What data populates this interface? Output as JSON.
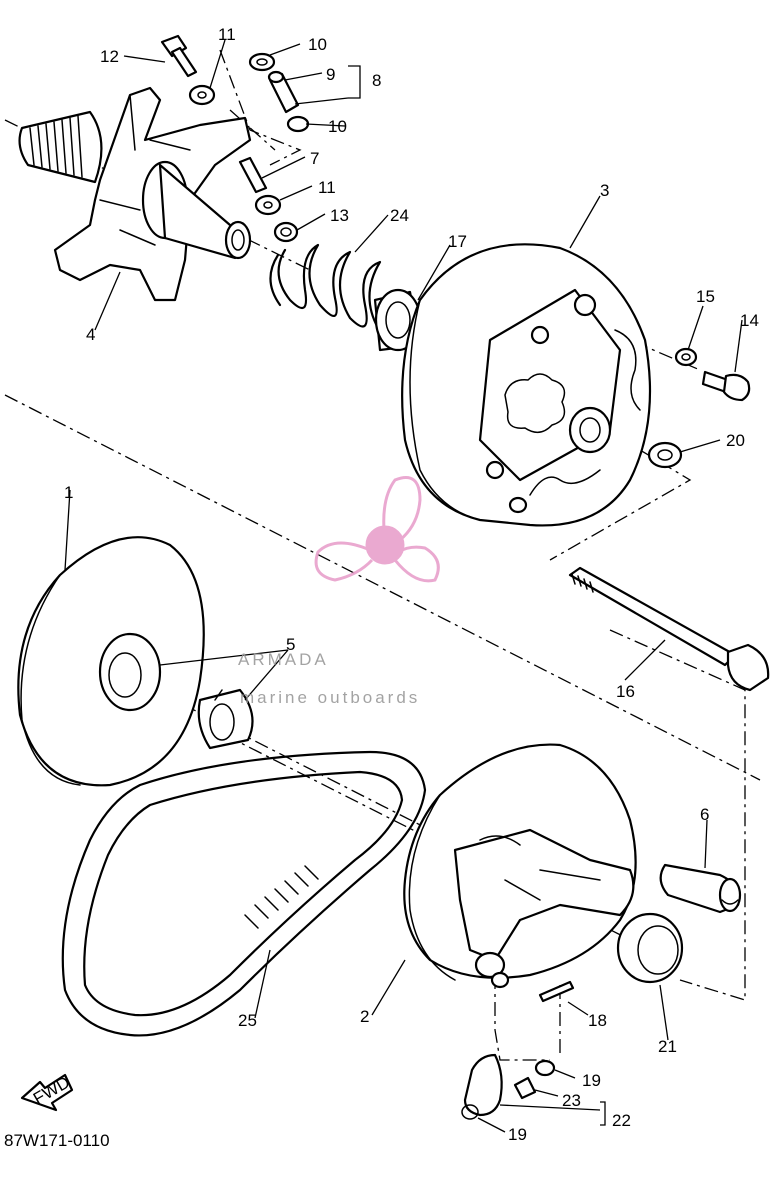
{
  "diagram": {
    "drawing_code": "87W171-0110",
    "fwd_label": "FWD",
    "callouts": [
      {
        "id": "c12",
        "label": "12"
      },
      {
        "id": "c11a",
        "label": "11"
      },
      {
        "id": "c10a",
        "label": "10"
      },
      {
        "id": "c9",
        "label": "9"
      },
      {
        "id": "c8",
        "label": "8"
      },
      {
        "id": "c10b",
        "label": "10"
      },
      {
        "id": "c7",
        "label": "7"
      },
      {
        "id": "c11b",
        "label": "11"
      },
      {
        "id": "c3",
        "label": "3"
      },
      {
        "id": "c13",
        "label": "13"
      },
      {
        "id": "c24",
        "label": "24"
      },
      {
        "id": "c17",
        "label": "17"
      },
      {
        "id": "c4",
        "label": "4"
      },
      {
        "id": "c15",
        "label": "15"
      },
      {
        "id": "c14",
        "label": "14"
      },
      {
        "id": "c20",
        "label": "20"
      },
      {
        "id": "c1",
        "label": "1"
      },
      {
        "id": "c5",
        "label": "5"
      },
      {
        "id": "c16",
        "label": "16"
      },
      {
        "id": "c6",
        "label": "6"
      },
      {
        "id": "c25",
        "label": "25"
      },
      {
        "id": "c2",
        "label": "2"
      },
      {
        "id": "c18",
        "label": "18"
      },
      {
        "id": "c21",
        "label": "21"
      },
      {
        "id": "c19a",
        "label": "19"
      },
      {
        "id": "c23",
        "label": "23"
      },
      {
        "id": "c22",
        "label": "22"
      },
      {
        "id": "c19b",
        "label": "19"
      }
    ]
  },
  "watermark": {
    "brand": "ARMADA",
    "tagline": "marine outboards",
    "brand_color": "#e8a0cc",
    "text_color": "#9a9a9a"
  }
}
